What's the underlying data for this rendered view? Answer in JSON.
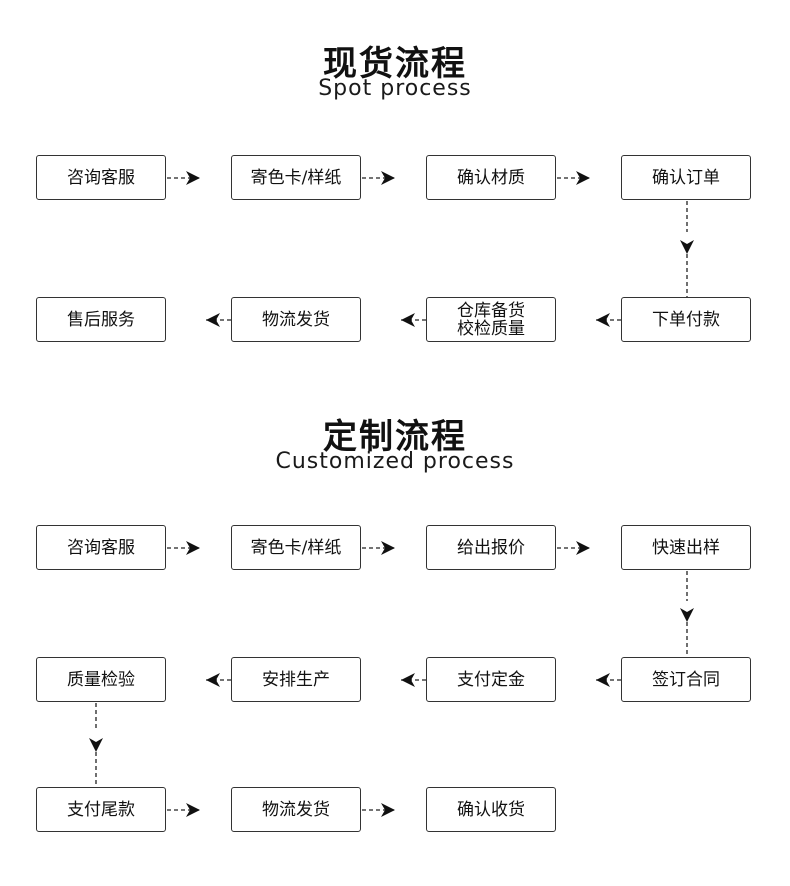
{
  "spot": {
    "title": "现货流程",
    "subtitle": "Spot process",
    "steps": [
      "咨询客服",
      "寄色卡/样纸",
      "确认材质",
      "确认订单",
      "下单付款",
      "仓库备货",
      "物流发货",
      "售后服务"
    ],
    "step5_line2": "校检质量"
  },
  "custom": {
    "title": "定制流程",
    "subtitle": "Customized process",
    "steps": [
      "咨询客服",
      "寄色卡/样纸",
      "给出报价",
      "快速出样",
      "签订合同",
      "支付定金",
      "安排生产",
      "质量检验",
      "支付尾款",
      "物流发货",
      "确认收货"
    ]
  }
}
